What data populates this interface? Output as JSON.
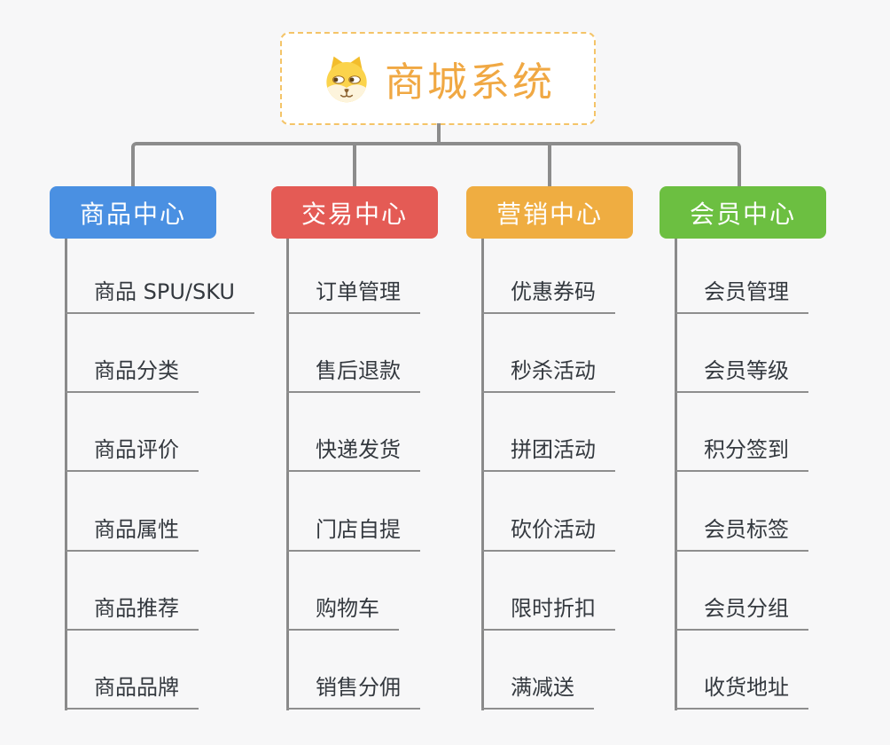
{
  "root": {
    "label": "商城系统",
    "icon": "shiba-dog-icon",
    "text_color": "#F0A843",
    "border_color": "#F4C468"
  },
  "connector_color": "#8C8C8C",
  "branches": [
    {
      "label": "商品中心",
      "color": "#4A90E2",
      "children": [
        "商品 SPU/SKU",
        "商品分类",
        "商品评价",
        "商品属性",
        "商品推荐",
        "商品品牌"
      ]
    },
    {
      "label": "交易中心",
      "color": "#E45B55",
      "children": [
        "订单管理",
        "售后退款",
        "快递发货",
        "门店自提",
        "购物车",
        "销售分佣"
      ]
    },
    {
      "label": "营销中心",
      "color": "#EFAD41",
      "children": [
        "优惠券码",
        "秒杀活动",
        "拼团活动",
        "砍价活动",
        "限时折扣",
        "满减送"
      ]
    },
    {
      "label": "会员中心",
      "color": "#6CBF41",
      "children": [
        "会员管理",
        "会员等级",
        "积分签到",
        "会员标签",
        "会员分组",
        "收货地址"
      ]
    }
  ]
}
